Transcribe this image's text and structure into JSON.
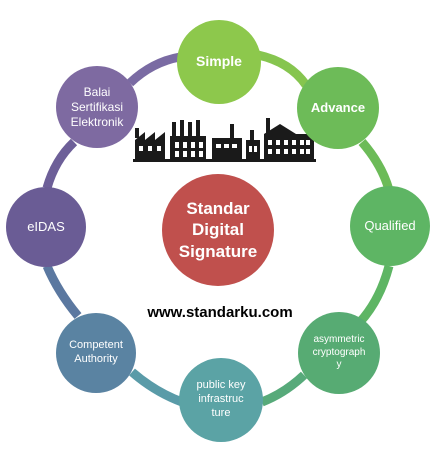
{
  "colors": {
    "simple": "#8dc84c",
    "advance": "#6dbb58",
    "qualified": "#5eb564",
    "asymmetric": "#57ab73",
    "pki": "#5ba3a5",
    "competent": "#5a83a2",
    "eidas": "#6a5c95",
    "balai": "#7e6aa1",
    "center": "#c0504d",
    "connector_green": "#74c054",
    "connector_teal": "#5aa69c",
    "connector_purple": "#7560a0",
    "factory_silhouette": "#1a1a1a"
  },
  "center": {
    "label": "Standar\nDigital\nSignature"
  },
  "nodes": {
    "simple": "Simple",
    "advance": "Advance",
    "qualified": "Qualified",
    "asymmetric": "asymmetric\ncryptograph\ny",
    "pki": "public key\ninfrastruc\nture",
    "competent": "Competent\nAuthority",
    "eidas": "eIDAS",
    "balai": "Balai\nSertifikasi\nElektronik"
  },
  "website": "www.standarku.com",
  "decoration": {
    "icon": "factory-icon"
  }
}
